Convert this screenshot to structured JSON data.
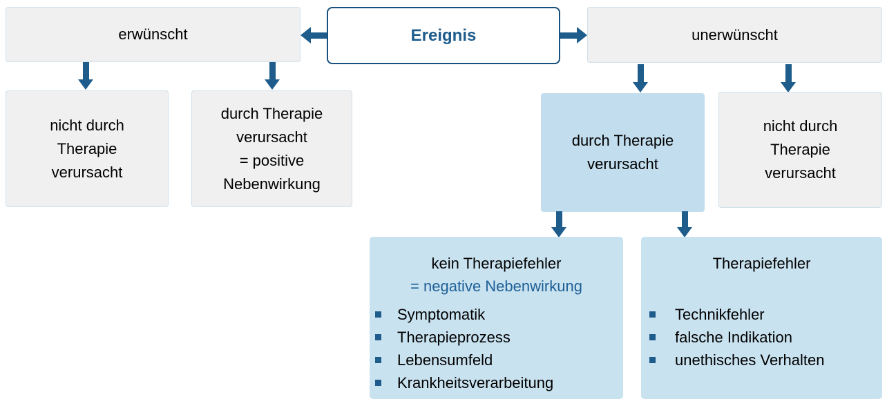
{
  "diagram": {
    "root": {
      "label": "Ereignis"
    },
    "branches": {
      "left": {
        "label": "erwünscht"
      },
      "right": {
        "label": "unerwünscht"
      }
    },
    "row2": {
      "left1": {
        "lines": [
          "nicht durch",
          "Therapie",
          "verursacht"
        ]
      },
      "left2": {
        "lines": [
          "durch Therapie",
          "verursacht",
          "= positive",
          "Nebenwirkung"
        ]
      },
      "right1": {
        "lines": [
          "durch Therapie",
          "verursacht"
        ]
      },
      "right2": {
        "lines": [
          "nicht durch",
          "Therapie",
          "verursacht"
        ]
      }
    },
    "row3": {
      "left": {
        "title": "kein Therapiefehler",
        "subtitle": "= negative Nebenwirkung",
        "bullets": [
          "Symptomatik",
          "Therapieprozess",
          "Lebensumfeld",
          "Krankheitsverarbeitung"
        ]
      },
      "right": {
        "title": "Therapiefehler",
        "subtitle": "",
        "bullets": [
          "Technikfehler",
          "falsche Indikation",
          "unethisches Verhalten"
        ]
      }
    },
    "colors": {
      "accent_dark_blue": "#1e5c8c",
      "root_border_navy": "#17507d",
      "gray_fill": "#f0f0f0",
      "gray_border": "#cfe0ec",
      "mid_blue_fill": "#c2dded",
      "light_blue_fill": "#c9e2f0",
      "subtitle_blue": "#1e6096"
    }
  }
}
